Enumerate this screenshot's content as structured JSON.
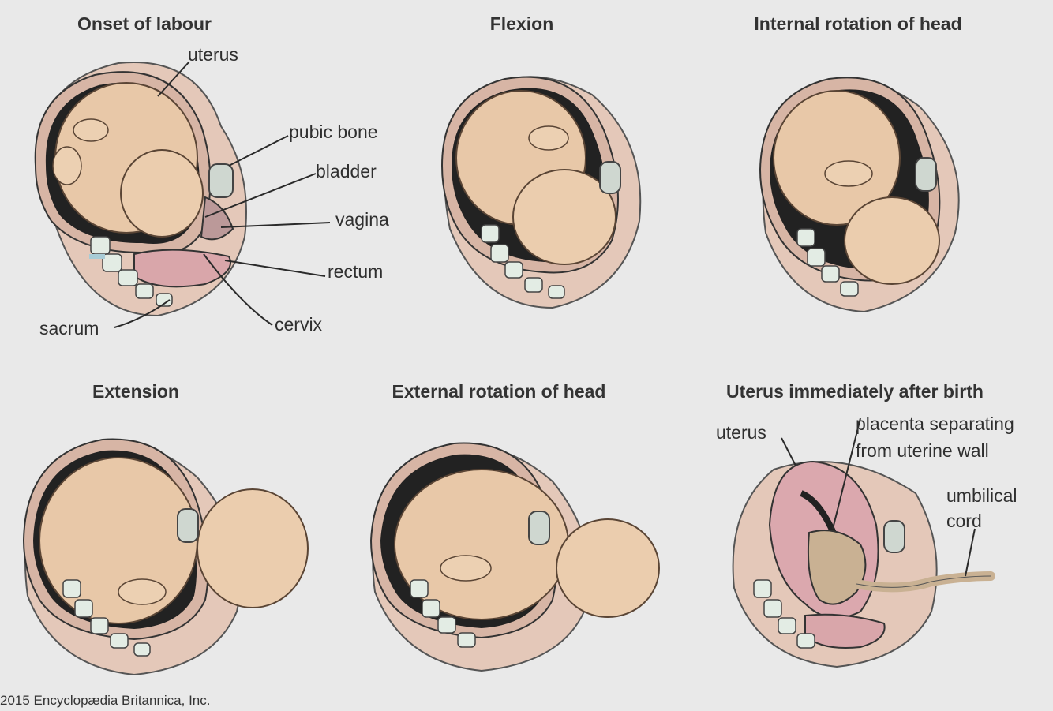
{
  "panels": {
    "onset": {
      "title": "Onset of labour",
      "labels": {
        "uterus": "uterus",
        "pubic_bone": "pubic bone",
        "bladder": "bladder",
        "vagina": "vagina",
        "rectum": "rectum",
        "sacrum": "sacrum",
        "cervix": "cervix"
      }
    },
    "flexion": {
      "title": "Flexion"
    },
    "internal_rotation": {
      "title": "Internal rotation of head"
    },
    "extension": {
      "title": "Extension"
    },
    "external_rotation": {
      "title": "External rotation of head"
    },
    "after_birth": {
      "title": "Uterus immediately after birth",
      "labels": {
        "uterus": "uterus",
        "placenta_line1": "placenta separating",
        "placenta_line2": "from uterine wall",
        "cord_line1": "umbilical",
        "cord_line2": "cord"
      }
    }
  },
  "credit": "2015 Encyclopædia Britannica, Inc.",
  "colors": {
    "background": "#e9e9e9",
    "skin": "#e6c7a8",
    "uterus_wall": "#dcbcb0",
    "cavity": "#1f1f1f",
    "bone": "#cfe0e4",
    "rectum": "#d9a9ad",
    "placenta": "#c9b193"
  }
}
